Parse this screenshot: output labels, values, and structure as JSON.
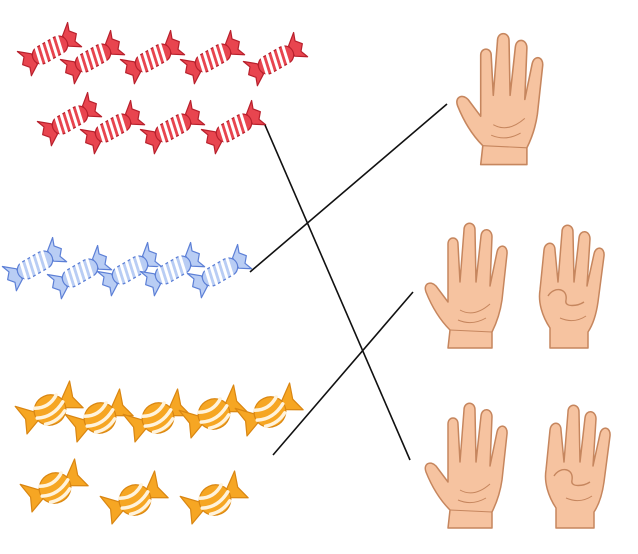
{
  "groups": [
    {
      "name": "red-striped-candies",
      "count": 9,
      "colors": {
        "fill": "#e8454f",
        "stripe": "#ffffff",
        "outline": "#b8202c"
      }
    },
    {
      "name": "blue-striped-candies",
      "count": 5,
      "colors": {
        "fill": "#b9cdf4",
        "stripe": "#ffffff",
        "outline": "#5c7fd6"
      }
    },
    {
      "name": "orange-swirl-candies",
      "count": 8,
      "colors": {
        "fill": "#f6a623",
        "stripe": "#fff3dc",
        "outline": "#d98612"
      }
    }
  ],
  "hand_cards": [
    {
      "name": "one-hand-five-fingers",
      "fingers": [
        5
      ]
    },
    {
      "name": "hands-five-and-four-fingers",
      "fingers": [
        5,
        4
      ]
    },
    {
      "name": "hands-five-and-four-fingers-second",
      "fingers": [
        5,
        4
      ]
    }
  ],
  "matches": [
    {
      "from": "red-striped-candies",
      "to": "hands-five-and-four-fingers-second"
    },
    {
      "from": "blue-striped-candies",
      "to": "one-hand-five-fingers"
    },
    {
      "from": "orange-swirl-candies",
      "to": "hands-five-and-four-fingers"
    }
  ],
  "colors": {
    "skin": "#f6c3a0",
    "skin_outline": "#c6865e",
    "line": "#111111"
  }
}
